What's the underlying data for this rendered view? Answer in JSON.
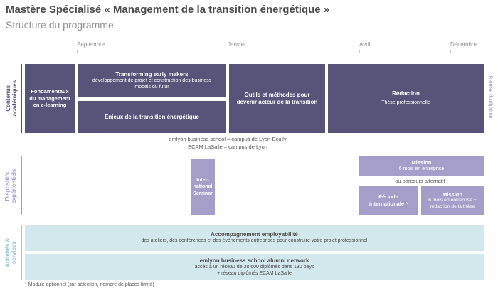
{
  "header": {
    "title": "Mastère Spécialisé « Management de la transition énergétique »",
    "subtitle": "Structure du programme"
  },
  "timeline": {
    "months": [
      "Septembre",
      "Janvier",
      "Avril",
      "Décembre"
    ]
  },
  "side_labels": {
    "academic": "Contenus académiques",
    "experiential": "Dispositifs expérientiels",
    "activities": "Activités & services",
    "diploma": "Remise du diplôme"
  },
  "academic": {
    "fundamentals": "Fondamentaux du management en e-learning",
    "transforming_title": "Transforming early makers",
    "transforming_body": "développement de projet et construction des business models du futur",
    "enjeux": "Enjeux de la transition énergétique",
    "outils": "Outils et méthodes pour devenir acteur de la transition",
    "redaction_title": "Rédaction",
    "redaction_body": "Thèse professionnelle",
    "campus_line1": "emlyon business school – campus de Lyon-Ecully",
    "campus_line2": "ECAM LaSalle – campus de Lyon"
  },
  "experiential": {
    "seminar": "Inter-national Seminar",
    "mission_title": "Mission",
    "mission_body": "6 mois en entreprise",
    "alternative_label": "ou parcours alternatif :",
    "periode": "Période internationale *",
    "mission2_title": "Mission",
    "mission2_body": "6 mois en entreprise + rédaction de la thèse"
  },
  "activities": {
    "employability_title": "Accompagnement employabilité",
    "employability_body": "des ateliers, des conférences et des évènements entreprises pour construire votre projet professionnel",
    "alumni_title": "emlyon  business school alumni network",
    "alumni_body1": "accès à un réseau de 38 600 diplômés dans 130 pays",
    "alumni_body2": "+ réseau diplômés ECAM LaSalle"
  },
  "footnote": "* Module optionnel (sur sélection, nombre de places limité)",
  "colors": {
    "dark_purple": "#575379",
    "light_purple": "#a49ec9",
    "teal": "#d3e8ec"
  }
}
